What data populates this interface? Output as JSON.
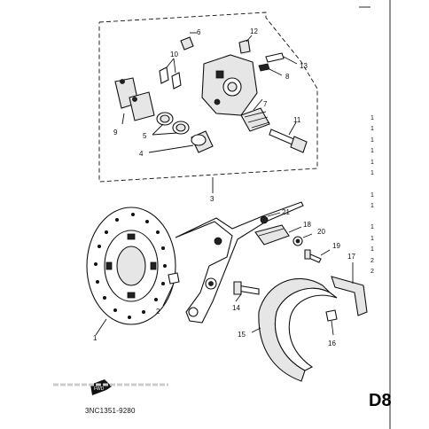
{
  "diagram": {
    "code": "3NC1351-9280",
    "page_label": "D8",
    "fwd_label": "FWD",
    "callouts": {
      "c1": "1",
      "c2": "2",
      "c3": "3",
      "c4": "4",
      "c5": "5",
      "c6": "6",
      "c7": "7",
      "c8": "8",
      "c9": "9",
      "c10": "10",
      "c11": "11",
      "c12": "12",
      "c13": "13",
      "c14": "14",
      "c15": "15",
      "c16": "16",
      "c17": "17",
      "c18": "18",
      "c19": "19",
      "c20": "20",
      "c21": "21"
    },
    "right_margin_refs": [
      "1",
      "1",
      "1",
      "1",
      "1",
      "1",
      "1",
      "1",
      "1",
      "1",
      "1",
      "2",
      "2"
    ]
  }
}
